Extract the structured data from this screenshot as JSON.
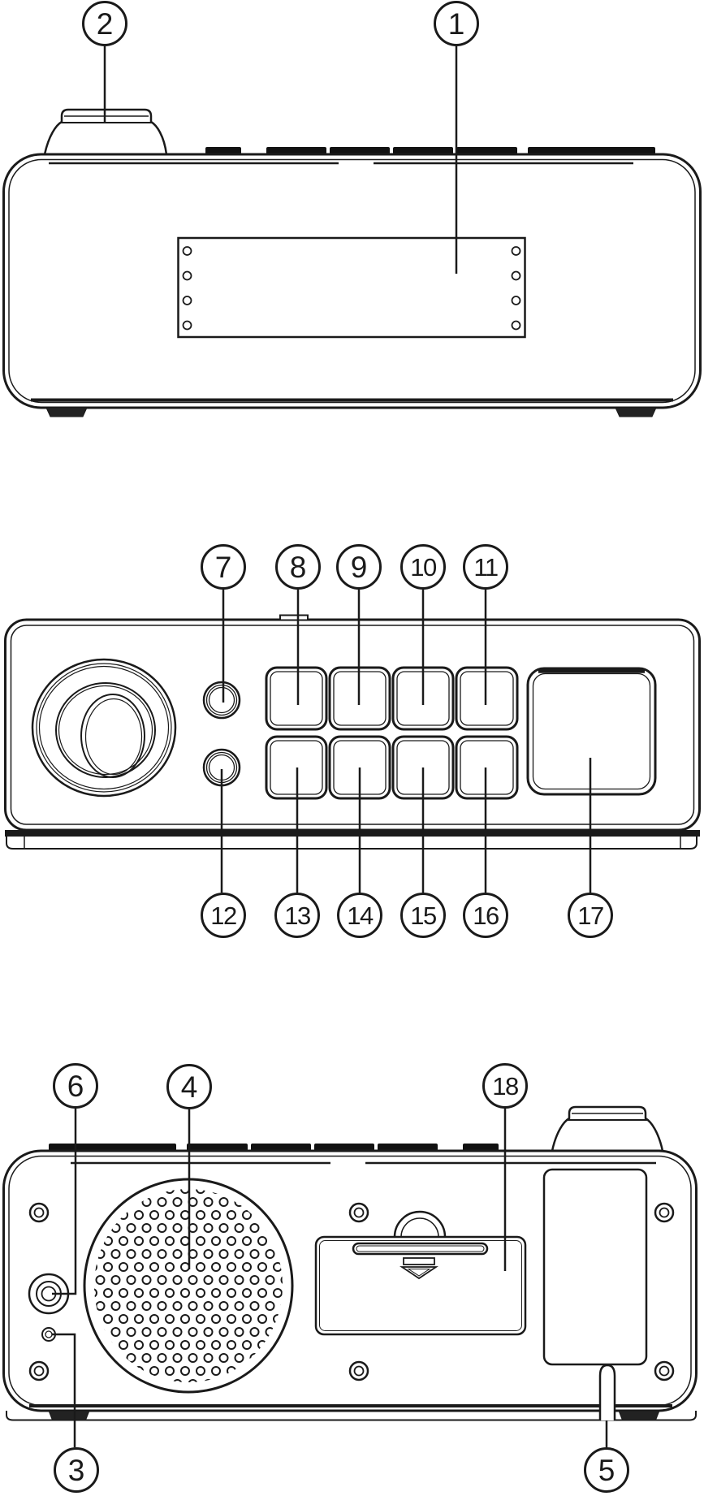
{
  "figure": {
    "kind": "device-parts-diagram",
    "line_color": "#1a1a1a",
    "views": [
      {
        "id": "front-view",
        "parts": [
          "rotary-knob-top",
          "top-button-tabs",
          "display-window",
          "display-mount-holes",
          "feet"
        ]
      },
      {
        "id": "top-view",
        "parts": [
          "rotary-knob",
          "round-button-upper",
          "round-button-lower",
          "keypad-grid-2x4",
          "large-key"
        ]
      },
      {
        "id": "rear-view",
        "parts": [
          "speaker-grille",
          "jack-socket",
          "pinhole",
          "screw-holes",
          "battery-door",
          "slide-arrow",
          "side-panel",
          "cable-notch",
          "feet"
        ]
      }
    ]
  },
  "callouts": [
    {
      "number": "1",
      "target": "display-window"
    },
    {
      "number": "2",
      "target": "rotary-knob-top"
    },
    {
      "number": "3",
      "target": "pinhole"
    },
    {
      "number": "4",
      "target": "speaker-grille"
    },
    {
      "number": "5",
      "target": "cable-notch"
    },
    {
      "number": "6",
      "target": "jack-socket"
    },
    {
      "number": "7",
      "target": "round-button-upper"
    },
    {
      "number": "8",
      "target": "key-row1-col1"
    },
    {
      "number": "9",
      "target": "key-row1-col2"
    },
    {
      "number": "10",
      "target": "key-row1-col3"
    },
    {
      "number": "11",
      "target": "key-row1-col4"
    },
    {
      "number": "12",
      "target": "round-button-lower"
    },
    {
      "number": "13",
      "target": "key-row2-col1"
    },
    {
      "number": "14",
      "target": "key-row2-col2"
    },
    {
      "number": "15",
      "target": "key-row2-col3"
    },
    {
      "number": "16",
      "target": "key-row2-col4"
    },
    {
      "number": "17",
      "target": "large-key"
    },
    {
      "number": "18",
      "target": "battery-door"
    }
  ]
}
